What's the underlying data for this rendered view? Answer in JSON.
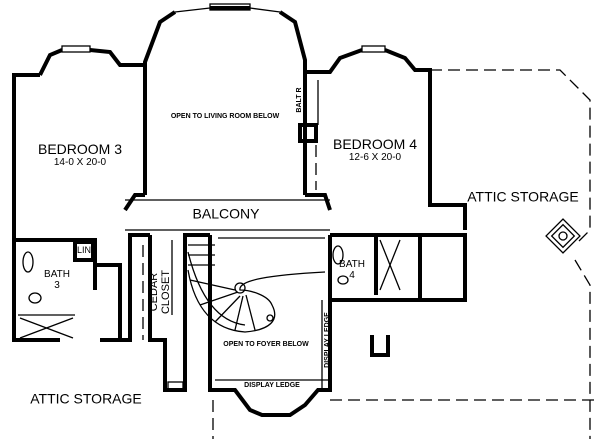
{
  "rooms": {
    "bedroom3": {
      "name": "BEDROOM 3",
      "size": "14-0 X 20-0"
    },
    "bedroom4": {
      "name": "BEDROOM 4",
      "size": "12-6 X 20-0"
    },
    "open_living": "OPEN TO LIVING ROOM BELOW",
    "balcony": "BALCONY",
    "bath3": {
      "name": "BATH",
      "number": "3"
    },
    "bath4": {
      "name": "BATH",
      "number": "4"
    },
    "linen": "LIN",
    "cedar_closet": {
      "line1": "CEDAR",
      "line2": "CLOSET"
    },
    "open_foyer": "OPEN TO FOYER BELOW",
    "display_ledge_side": "DISPLAY LEDGE",
    "display_ledge_bottom": "DISPLAY LEDGE",
    "attic_storage_right": "ATTIC STORAGE",
    "attic_storage_left": "ATTIC STORAGE",
    "balt_label": "BALT R"
  }
}
